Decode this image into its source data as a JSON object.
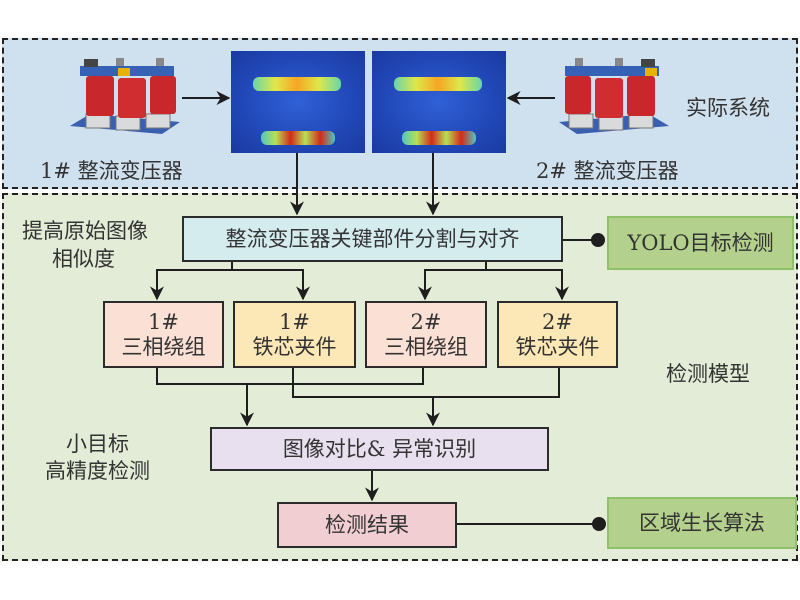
{
  "real_system": {
    "label": "实际系统",
    "transformer_1_label": "1# 整流变压器",
    "transformer_2_label": "2# 整流变压器",
    "transformer_1_icon": "transformer-icon",
    "transformer_2_icon": "transformer-icon",
    "thermal_image_1": "thermal-image",
    "thermal_image_2": "thermal-image"
  },
  "detection_model": {
    "label": "检测模型",
    "annotation_similarity": [
      "提高原始图像",
      "相似度"
    ],
    "annotation_small_target": [
      "小目标",
      "高精度检测"
    ],
    "segmentation_box": "整流变压器关键部件分割与对齐",
    "yolo_box": "YOLO目标检测",
    "components": [
      {
        "line1": "1#",
        "line2": "三相绕组",
        "color": "#fbe0d6"
      },
      {
        "line1": "1#",
        "line2": "铁芯夹件",
        "color": "#fbe8b6"
      },
      {
        "line1": "2#",
        "line2": "三相绕组",
        "color": "#fbe0d6"
      },
      {
        "line1": "2#",
        "line2": "铁芯夹件",
        "color": "#fbe8b6"
      }
    ],
    "compare_box": "图像对比& 异常识别",
    "result_box": "检测结果",
    "region_growing_box": "区域生长算法"
  },
  "colors": {
    "top_panel": "#cfe0ee",
    "bottom_panel": "#e3ecd6",
    "segmentation": "#d5ecef",
    "method": "#b3d08c",
    "compare": "#e8e0ef",
    "result": "#f0ced2"
  }
}
